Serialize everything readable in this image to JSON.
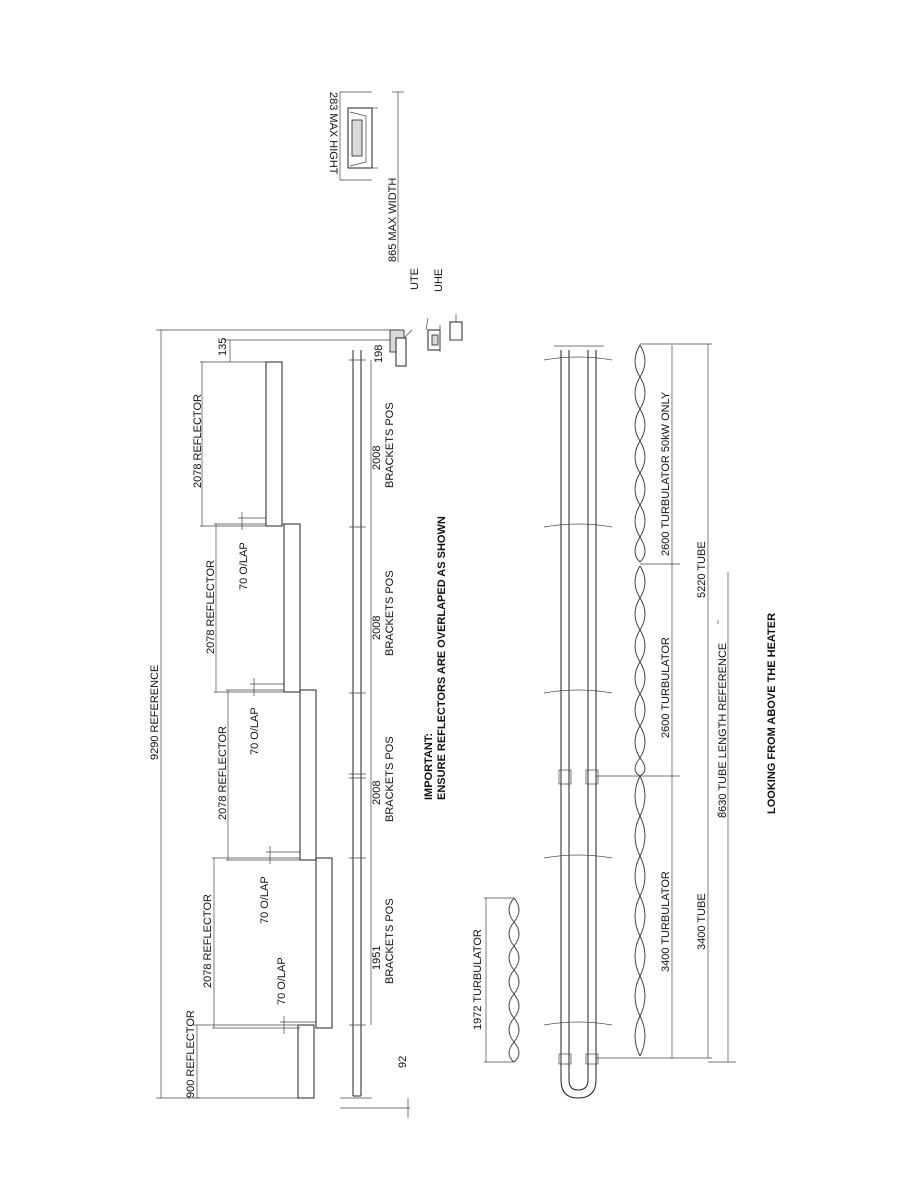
{
  "side_view": {
    "overall": "9290 REFERENCE",
    "reflectors": [
      {
        "label": "900 REFLECTOR"
      },
      {
        "label": "2078 REFLECTOR"
      },
      {
        "label": "2078 REFLECTOR"
      },
      {
        "label": "2078 REFLECTOR"
      },
      {
        "label": "2078 REFLECTOR"
      }
    ],
    "overlaps": [
      "70 O/LAP",
      "70 O/LAP",
      "70 O/LAP",
      "70 O/LAP"
    ],
    "end_dims": {
      "left": "92",
      "top_a": "135",
      "top_b": "198"
    },
    "brackets": [
      {
        "value": "1951",
        "label": "BRACKETS POS"
      },
      {
        "value": "2008",
        "label": "BRACKETS POS"
      },
      {
        "value": "2008",
        "label": "BRACKETS POS"
      },
      {
        "value": "2008",
        "label": "BRACKETS POS"
      }
    ],
    "units": {
      "ute": "UTE",
      "uhe": "UHE"
    },
    "important": [
      "IMPORTANT:",
      "ENSURE REFLECTORS ARE OVERLAPED AS SHOWN"
    ]
  },
  "end_view": {
    "height": "283  MAX HIGHT",
    "width": "865 MAX WIDTH"
  },
  "plan_view": {
    "loose_turbulator": "1972 TURBULATOR",
    "turbulators": [
      "3400 TURBULATOR",
      "2600 TURBULATOR",
      "2600 TURBULATOR 50kW ONLY"
    ],
    "tubes": [
      "3400 TUBE",
      "5220 TUBE"
    ],
    "tube_length": "8630 TUBE LENGTH REFERENCE",
    "caption": "LOOKING FROM ABOVE THE HEATER"
  }
}
